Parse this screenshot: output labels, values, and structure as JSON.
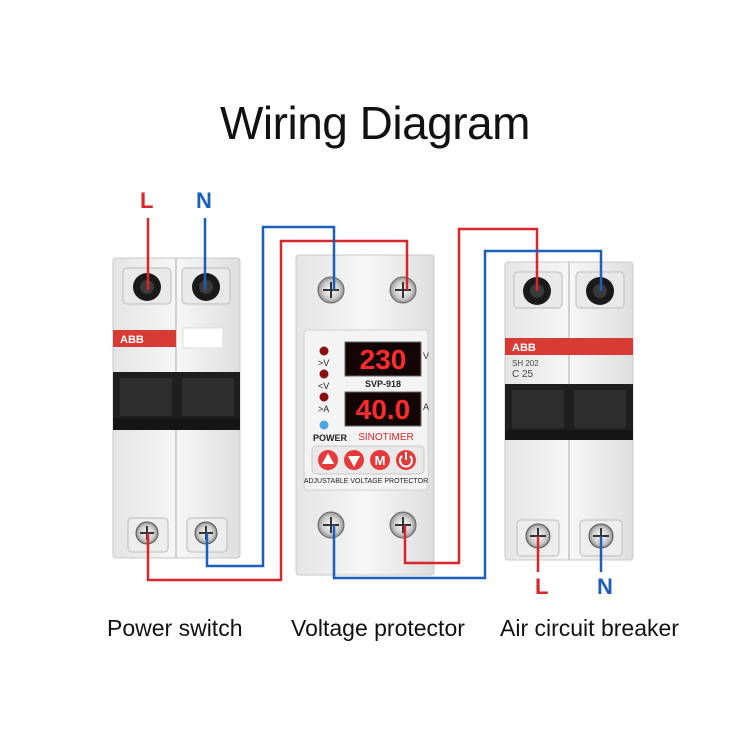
{
  "title": "Wiring Diagram",
  "left_device": {
    "top_labels": {
      "L": "L",
      "N": "N"
    },
    "brand": "ABB",
    "caption": "Power switch"
  },
  "center_device": {
    "model": "SVP-918",
    "display_voltage": "230",
    "display_current": "40.0",
    "indicator_labels": [
      ">V",
      "<V",
      ">A"
    ],
    "unit_v": "V",
    "unit_a": "A",
    "power_label": "POWER",
    "brand": "SINOTIMER",
    "footer": "ADJUSTABLE VOLTAGE  PROTECTOR",
    "button_m": "M",
    "caption": "Voltage protector"
  },
  "right_device": {
    "brand": "ABB",
    "model_text": "SH 202",
    "rating_text": "C 25",
    "bottom_labels": {
      "L": "L",
      "N": "N"
    },
    "caption": "Air circuit breaker"
  },
  "colors": {
    "live": "#d8262a",
    "neutral": "#1b5fb8"
  }
}
